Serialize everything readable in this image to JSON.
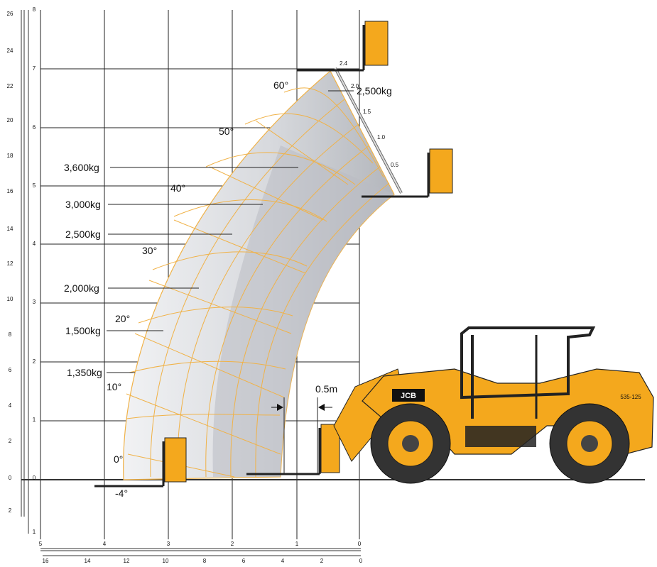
{
  "left_scale_ft": [
    "26",
    "24",
    "22",
    "20",
    "18",
    "16",
    "14",
    "12",
    "10",
    "8",
    "6",
    "4",
    "2",
    "0",
    "2"
  ],
  "left_scale_m": [
    "8",
    "7",
    "6",
    "5",
    "4",
    "3",
    "2",
    "1",
    "0",
    "1"
  ],
  "bottom_scale_m": [
    "5",
    "4",
    "3",
    "2",
    "1",
    "0"
  ],
  "bottom_scale_ft": [
    "16",
    "14",
    "12",
    "10",
    "8",
    "6",
    "4",
    "2",
    "0"
  ],
  "load_zones": [
    "3,600kg",
    "3,000kg",
    "2,500kg",
    "2,000kg",
    "1,500kg",
    "1,350kg"
  ],
  "top_load": "2,500kg",
  "angles": [
    "60°",
    "50°",
    "40°",
    "30°",
    "20°",
    "10°",
    "0°",
    "-4°"
  ],
  "extension_ticks": [
    "2.4",
    "2.0",
    "1.5",
    "1.0",
    "0.5"
  ],
  "overhang": "0.5m",
  "machine_model": "535-125",
  "colors": {
    "jcb_yellow": "#f4a81d",
    "zone_grid": "#f0b248",
    "zone_light": "#ecedf0",
    "zone_dark": "#b9bcc2",
    "grid": "#222222"
  }
}
